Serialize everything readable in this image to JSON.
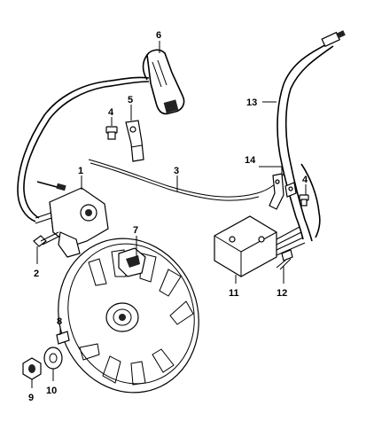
{
  "callouts": [
    {
      "id": "1",
      "text": "1"
    },
    {
      "id": "2",
      "text": "2"
    },
    {
      "id": "3",
      "text": "3"
    },
    {
      "id": "4a",
      "text": "4"
    },
    {
      "id": "4b",
      "text": "4"
    },
    {
      "id": "5",
      "text": "5"
    },
    {
      "id": "6",
      "text": "6"
    },
    {
      "id": "7",
      "text": "7"
    },
    {
      "id": "8",
      "text": "8"
    },
    {
      "id": "9",
      "text": "9"
    },
    {
      "id": "10",
      "text": "10"
    },
    {
      "id": "11",
      "text": "11"
    },
    {
      "id": "12",
      "text": "12"
    },
    {
      "id": "13",
      "text": "13"
    },
    {
      "id": "14",
      "text": "14"
    }
  ]
}
